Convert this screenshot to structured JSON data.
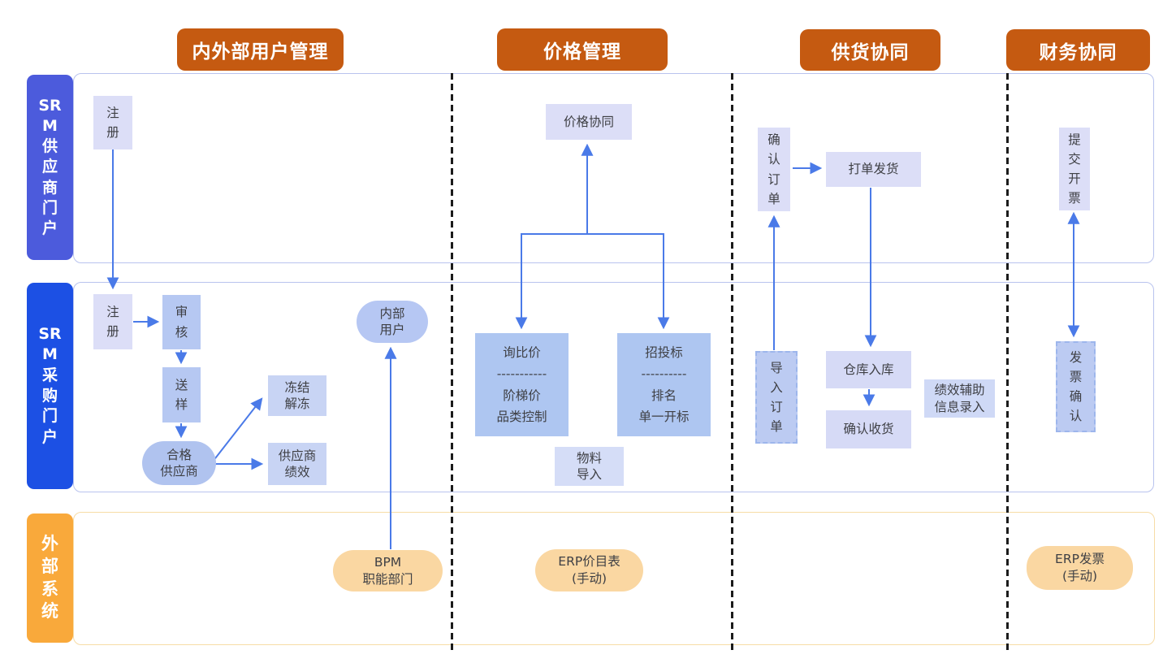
{
  "headers": {
    "user_mgmt": "内外部用户管理",
    "price_mgmt": "价格管理",
    "supply_collab": "供货协同",
    "finance_collab": "财务协同"
  },
  "lanes": {
    "supplier_portal": "SR\nM\n供\n应\n商\n门\n户",
    "procurement_portal": "SR\nM\n采\n购\n门\n户",
    "external_systems": "外\n部\n系\n统"
  },
  "nodes": {
    "supplier_register": "注\n册",
    "price_collab": "价格协同",
    "confirm_order": "确\n认\n订\n单",
    "print_ship": "打单发货",
    "submit_invoice": "提\n交\n开\n票",
    "procure_register": "注\n册",
    "review": "审\n核",
    "sample": "送\n样",
    "qualified_supplier": "合格\n供应商",
    "freeze_unfreeze": "冻结\n解冻",
    "supplier_perf": "供应商\n绩效",
    "internal_user": "内部\n用户",
    "inquiry_compare": "询比价\n-----------\n阶梯价\n品类控制",
    "bidding": "招投标\n----------\n排名\n单一开标",
    "material_import": "物料\n导入",
    "import_order": "导\n入\n订\n单",
    "warehouse_in": "仓库入库",
    "confirm_receipt": "确认收货",
    "perf_aux": "绩效辅助\n信息录入",
    "invoice_confirm": "发\n票\n确\n认",
    "bpm": "BPM\n职能部门",
    "erp_pricelist": "ERP价目表\n(手动)",
    "erp_invoice": "ERP发票\n(手动)"
  },
  "colors": {
    "header_bg": "#C55A11",
    "lane_supplier_bg": "#4C5BDC",
    "lane_procurement_bg": "#1C50E4",
    "lane_external_bg": "#F9A93B",
    "row_border_blue": "#B9C3EE",
    "row_border_yellow": "#F7DCA6",
    "node_lavender": "#DCDEF7",
    "node_blue": "#B6C8F2",
    "node_mid_blue": "#C8D4F4",
    "node_light_blue": "#D6DAF6",
    "dashed_node_fill": "#BCCBF2",
    "dashed_node_border": "#9DB6EC",
    "external_pill": "#FAD7A2",
    "arrow": "#4A7AE8",
    "separator": "#1B1B1B",
    "text": "#3F4045"
  }
}
